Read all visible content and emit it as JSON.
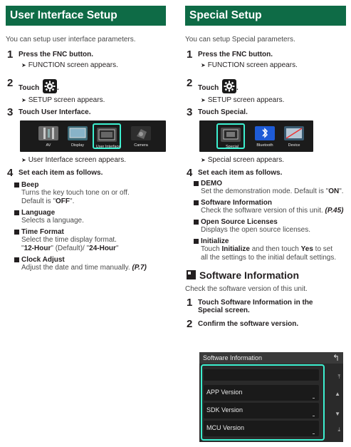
{
  "left": {
    "title": "User Interface Setup",
    "intro": "You can setup user interface parameters.",
    "step1": {
      "num": "1",
      "pre": "Press the ",
      "kw": "FNC",
      "post": " button.",
      "result": "FUNCTION screen appears."
    },
    "step2": {
      "num": "2",
      "pre": "Touch",
      "post": ".",
      "result": "SETUP screen appears."
    },
    "step3": {
      "num": "3",
      "pre": "Touch ",
      "kw": "User Interface",
      "post": ".",
      "result": "User Interface screen appears."
    },
    "tiles": [
      "AV",
      "Display",
      "User Interface",
      "Camera"
    ],
    "step4": {
      "num": "4",
      "text": "Set each item as follows."
    },
    "items": [
      {
        "head": "Beep",
        "body1": "Turns the key touch tone on or off.",
        "body2a": "Default is \"",
        "body2b": "OFF",
        "body2c": "\"."
      },
      {
        "head": "Language",
        "body1": "Selects a language."
      },
      {
        "head": "Time Format",
        "body1": "Select the time display format.",
        "body2a": "\"",
        "body2b": "12-Hour",
        "body2c": "\" (Default)/ \"",
        "body2d": "24-Hour",
        "body2e": "\""
      },
      {
        "head": "Clock Adjust",
        "body1": "Adjust the date and time manually. ",
        "ref": "(P.7)"
      }
    ]
  },
  "right": {
    "title": "Special Setup",
    "intro": "You can setup Special parameters.",
    "step1": {
      "num": "1",
      "pre": "Press the ",
      "kw": "FNC",
      "post": " button.",
      "result": "FUNCTION screen appears."
    },
    "step2": {
      "num": "2",
      "pre": "Touch",
      "post": ".",
      "result": "SETUP screen appears."
    },
    "step3": {
      "num": "3",
      "pre": "Touch ",
      "kw": "Special",
      "post": ".",
      "result": "Special screen appears."
    },
    "tiles": [
      "Special",
      "Bluetooth",
      "Device"
    ],
    "step4": {
      "num": "4",
      "text": "Set each item as follows."
    },
    "items": [
      {
        "head": "DEMO",
        "body1a": "Set the demonstration mode. Default is \"",
        "body1b": "ON",
        "body1c": "\"."
      },
      {
        "head": "Software Information",
        "body1": "Check the software version of this unit. ",
        "ref": "(P.45)"
      },
      {
        "head": "Open Source Licenses",
        "body1": "Displays the open source licenses."
      },
      {
        "head": "Initialize",
        "body1a": "Touch ",
        "body1b": "Initialize",
        "body1c": " and then touch ",
        "body1d": "Yes",
        "body1e": " to set",
        "body2": "all the settings to the initial default settings."
      }
    ],
    "subsection": {
      "title": "Software Information",
      "intro": "Check the software version of this unit.",
      "step1": {
        "num": "1",
        "pre": "Touch ",
        "kw": "Software Information",
        "post": " in the",
        "line2": "Special screen."
      },
      "step2": {
        "num": "2",
        "text": "Confirm the software version."
      }
    },
    "screen": {
      "title": "Software Information",
      "rows": [
        "",
        "APP Version",
        "SDK Version",
        "MCU Version"
      ]
    }
  },
  "icons": {
    "result_arrow": "➤",
    "back": "↰"
  },
  "colors": {
    "header_bg": "#0e6b46",
    "highlight": "#3cf0d0"
  }
}
